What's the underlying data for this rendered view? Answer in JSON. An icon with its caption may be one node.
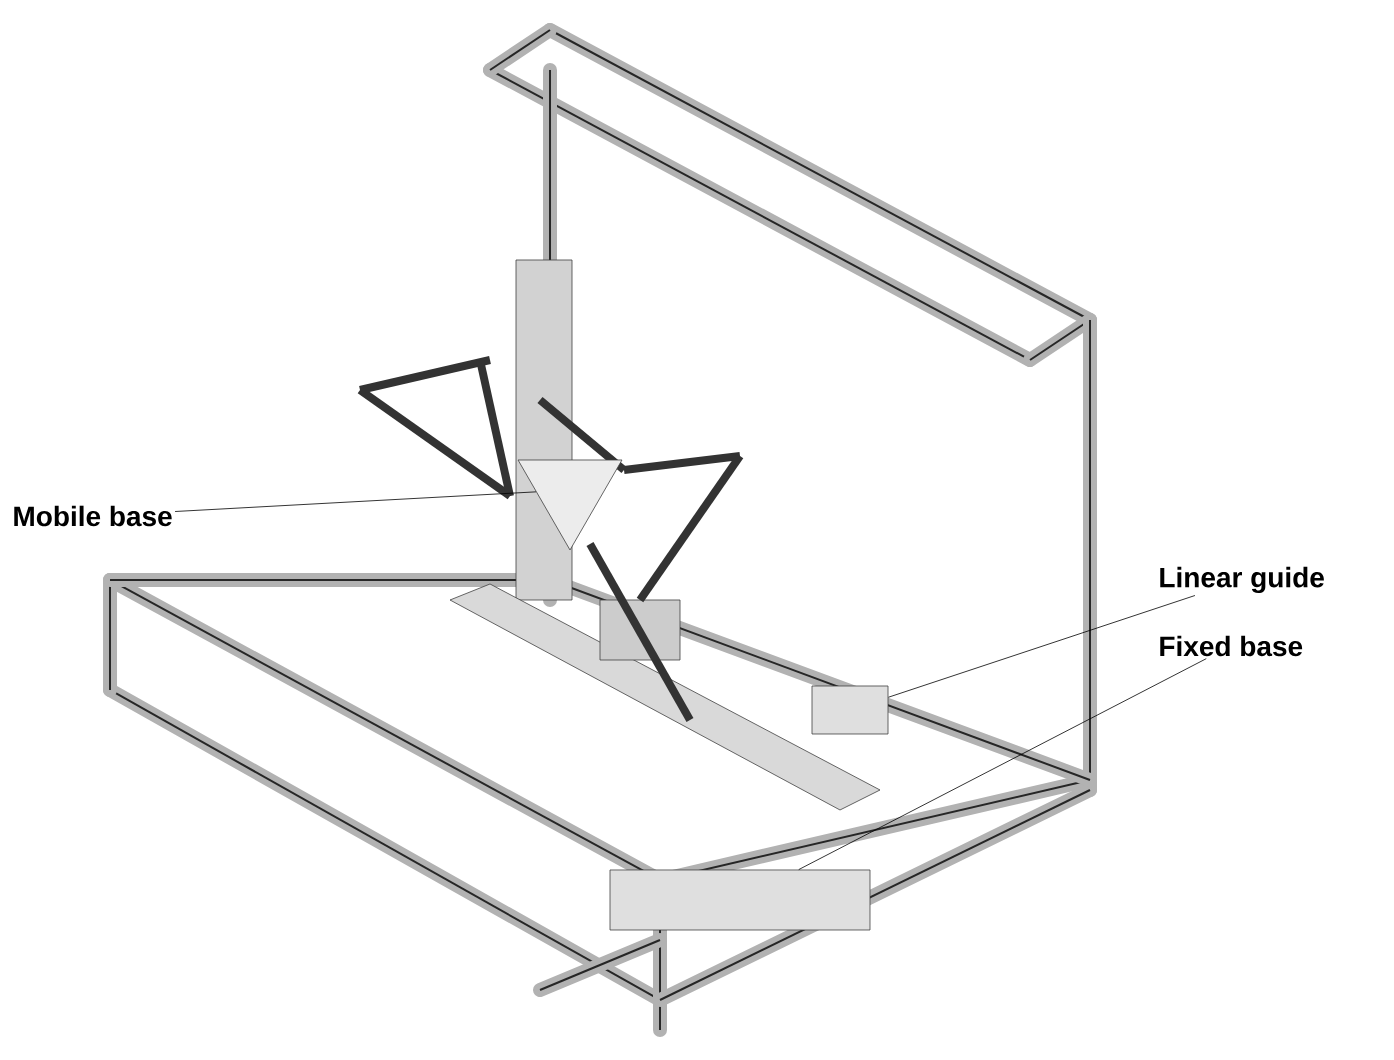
{
  "diagram": {
    "nodes": [
      {
        "text": [
          "Mobile base"
        ]
      },
      {
        "text": [
          "Linear guide"
        ]
      },
      {
        "text": [
          "Fixed base"
        ]
      },
      {
        "text": [],
        "shape": "triangle"
      },
      {
        "text": [],
        "shape": "box"
      },
      {
        "text": [],
        "shape": "box"
      }
    ],
    "edges": [
      {
        "from": 0,
        "to": 3,
        "arrow": "none"
      },
      {
        "from": 1,
        "to": 4,
        "arrow": "none"
      },
      {
        "from": 2,
        "to": 5,
        "arrow": "none"
      }
    ]
  }
}
